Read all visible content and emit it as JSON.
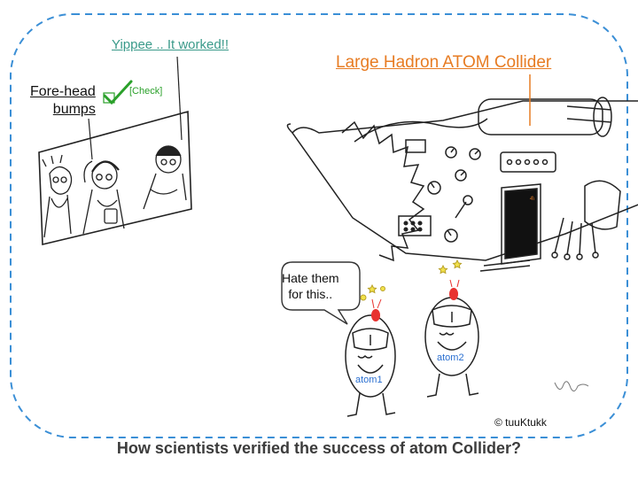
{
  "labels": {
    "yippee": "Yippee .. It worked!!",
    "forehead_line1": "Fore-head",
    "forehead_line2": "bumps",
    "check": "[Check]",
    "collider_title": "Large Hadron ATOM Collider",
    "speech_line1": "Hate them",
    "speech_line2": "for this..",
    "atom1": "atom1",
    "atom2": "atom2",
    "copyright": "© tuuKtukk"
  },
  "caption": "How scientists verified the success of atom Collider?",
  "colors": {
    "frame_border": "#3b8fd6",
    "yippee_text": "#3a9a8a",
    "collider_title": "#e77c23",
    "atom_label": "#2a6fd0",
    "check_mark": "#2aa02a",
    "atom_head_glow": "#e8322f"
  }
}
